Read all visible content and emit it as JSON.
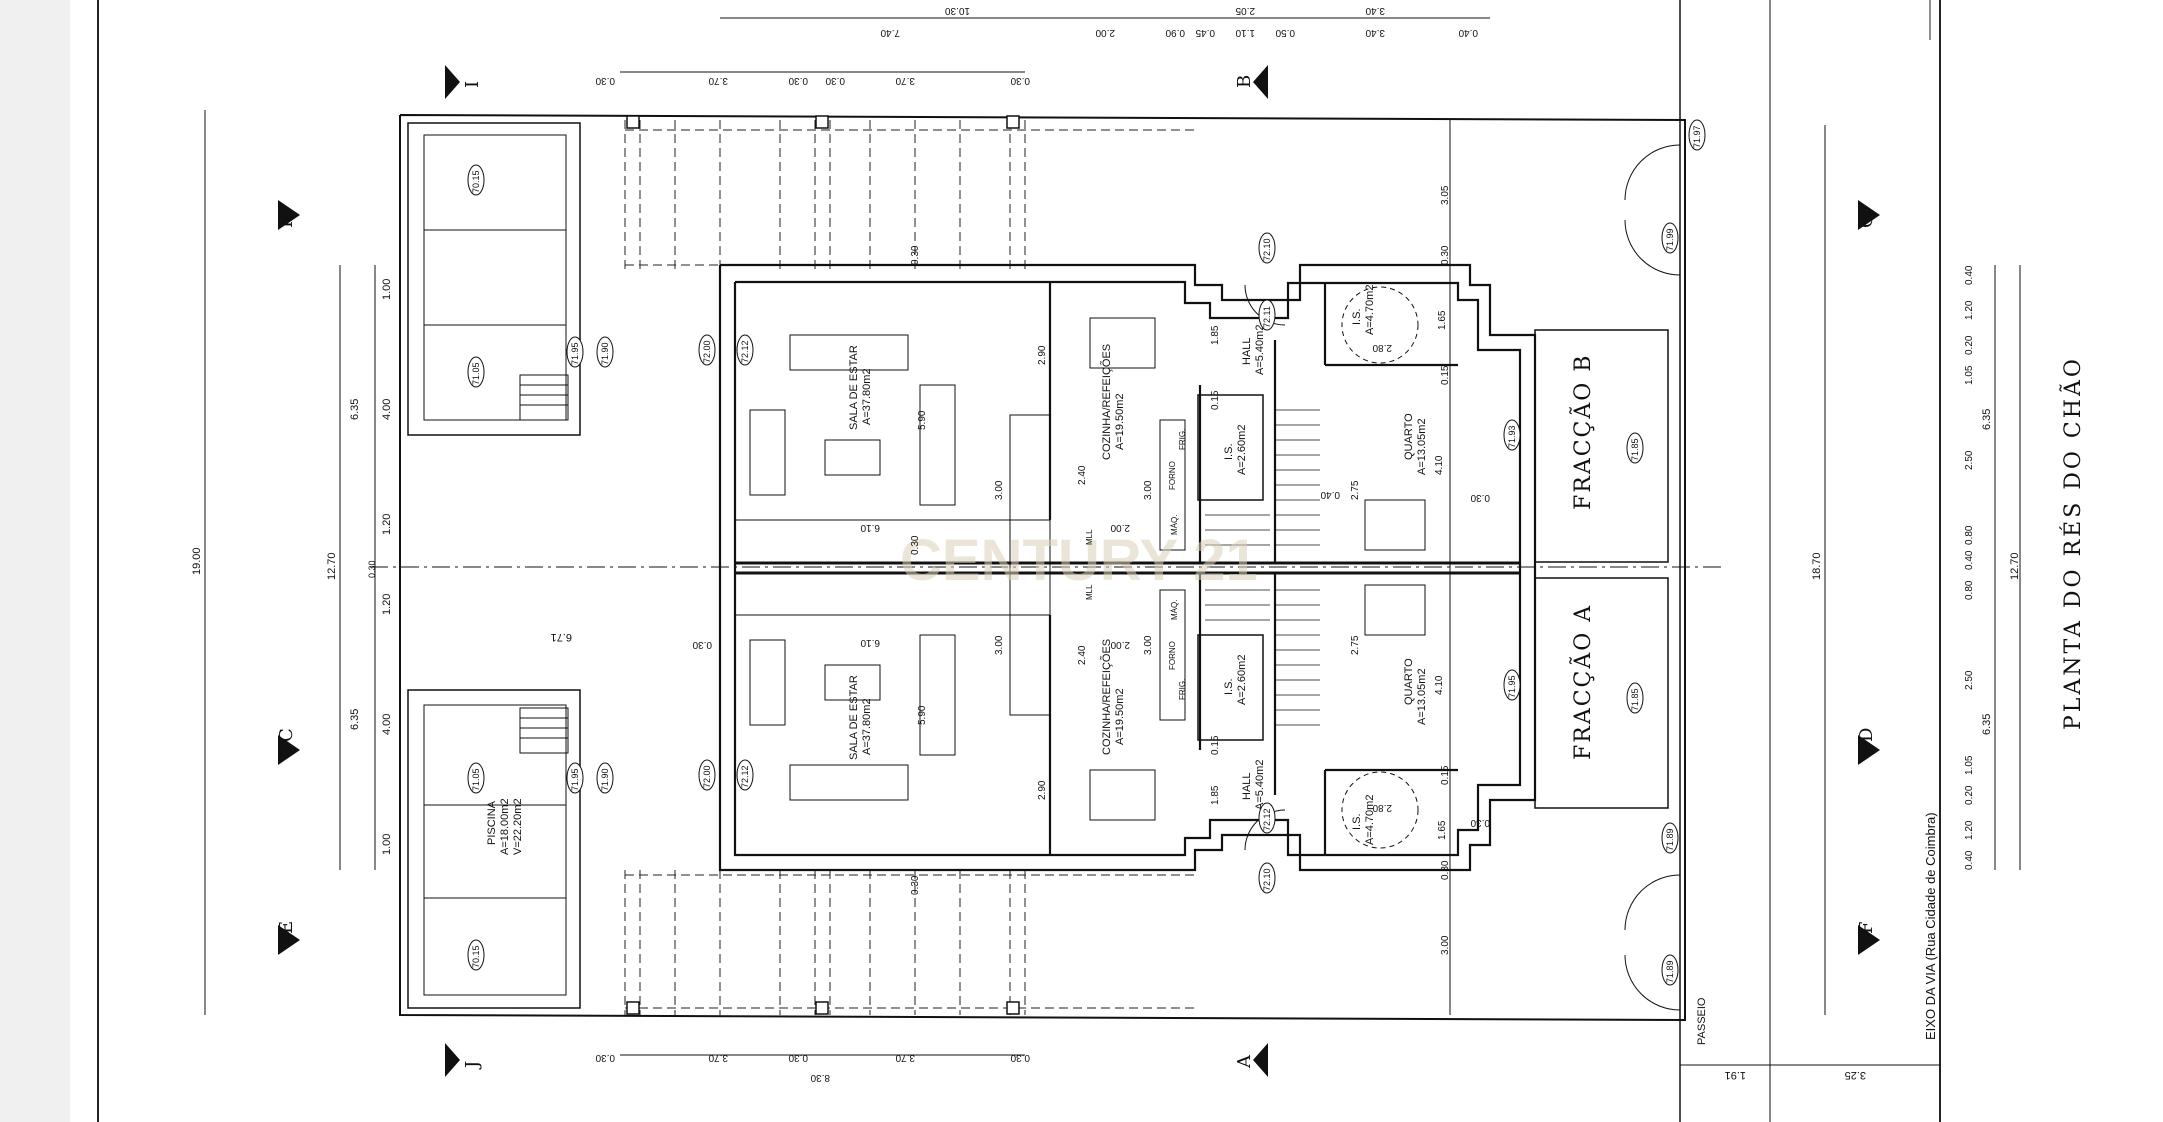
{
  "title": "PLANTA DO RÉS DO CHÃO",
  "watermark": "CENTURY 21",
  "street_label": "EIXO DA VIA (Rua Cidade de Coimbra)",
  "passeio_label": "PASSEIO",
  "units": {
    "b": "FRACÇÃO B",
    "a": "FRACÇÃO A"
  },
  "rooms": {
    "sala_b": [
      "SALA DE ESTAR",
      "A=37.80m2"
    ],
    "sala_a": [
      "SALA DE ESTAR",
      "A=37.80m2"
    ],
    "cozinha_b": [
      "COZINHA/REFEIÇÕES",
      "A=19.50m2"
    ],
    "cozinha_a": [
      "COZINHA/REFEIÇÕES",
      "A=19.50m2"
    ],
    "hall_b": [
      "HALL",
      "A=5.40m2"
    ],
    "hall_a": [
      "HALL",
      "A=5.40m2"
    ],
    "is_small_b": [
      "I.S.",
      "A=2.60m2"
    ],
    "is_small_a": [
      "I.S.",
      "A=2.60m2"
    ],
    "is_b": [
      "I.S.",
      "A=4.70m2"
    ],
    "is_a": [
      "I.S.",
      "A=4.70m2"
    ],
    "quarto_b": [
      "QUARTO",
      "A=13.05m2"
    ],
    "quarto_a": [
      "QUARTO",
      "A=13.05m2"
    ],
    "piscina": [
      "PISCINA",
      "A=18.00m2",
      "V=22.20m2"
    ]
  },
  "levels": {
    "l7015_top": "70.15",
    "l7105_top": "71.05",
    "l7195_top": "71.95",
    "l7190_top": "71.90",
    "l7200_b": "72.00",
    "l7212_b": "72.12",
    "l7210_b": "72.10",
    "l7211_hall_b": "72.11",
    "l7197": "71.97",
    "l7199": "71.99",
    "l7193_b": "71.93",
    "l7185_b": "71.85",
    "l7105_bot": "71.05",
    "l7195_bot": "71.95",
    "l7190_bot": "71.90",
    "l7015_bot": "70.15",
    "l7200_a": "72.00",
    "l7212_a": "72.12",
    "l7210_a": "72.10",
    "l7212_hall_a": "72.12",
    "l7195_a": "71.95",
    "l7185_a": "71.85",
    "l7189": "71.89",
    "l7189b": "71.89"
  },
  "sections": {
    "i": "I",
    "b": "B",
    "h": "H",
    "g": "G",
    "c": "C",
    "d": "D",
    "e": "E",
    "f": "F",
    "j": "J",
    "a": "A"
  },
  "dims": {
    "top_row": [
      "7.40",
      "2.00",
      "0.90",
      "0.45",
      "1.10",
      "0.50",
      "3.40",
      "0.40",
      "10.30",
      "2.05",
      "3.40"
    ],
    "top_pergola": [
      "0.30",
      "3.70",
      "0.30",
      "0.30",
      "3.70",
      "0.30"
    ],
    "bottom_pergola": [
      "0.30",
      "3.70",
      "0.30",
      "3.70",
      "0.30",
      "8.30"
    ],
    "left_total": "19.00",
    "left_mid": "12.70",
    "left_b": "6.35",
    "left_a": "6.35",
    "left_parts_b": [
      "1.00",
      "4.00",
      "1.20"
    ],
    "left_parts_a": [
      "1.20",
      "4.00",
      "1.00"
    ],
    "left_center": "0.30",
    "pool_width": "6.71",
    "right_total": "18.70",
    "right_mid": "12.70",
    "right_parts": [
      "0.40",
      "1.20",
      "0.20",
      "1.05",
      "2.50",
      "0.80",
      "0.40",
      "0.80",
      "2.50",
      "1.05",
      "0.20",
      "1.20",
      "0.40"
    ],
    "right_b": "6.35",
    "right_a": "6.35",
    "bottom_right": [
      "1.91",
      "3.25"
    ],
    "inner": [
      "6.10",
      "6.10",
      "5.90",
      "5.90",
      "3.00",
      "3.00",
      "2.40",
      "2.40",
      "2.00",
      "2.00",
      "2.90",
      "2.90",
      "3.00",
      "3.00",
      "0.30",
      "0.30",
      "0.30",
      "0.30",
      "1.85",
      "1.85",
      "0.15",
      "0.15",
      "2.75",
      "2.75",
      "4.10",
      "4.10",
      "0.15",
      "0.15",
      "1.65",
      "1.65",
      "2.80",
      "2.80",
      "3.05",
      "3.00",
      "0.30",
      "0.30",
      "0.40",
      "0.30",
      "0.30"
    ]
  },
  "appliances": {
    "frig": "FRIG.",
    "forno": "FORNO",
    "maq": "MÁQ.",
    "mll": "MLL"
  }
}
